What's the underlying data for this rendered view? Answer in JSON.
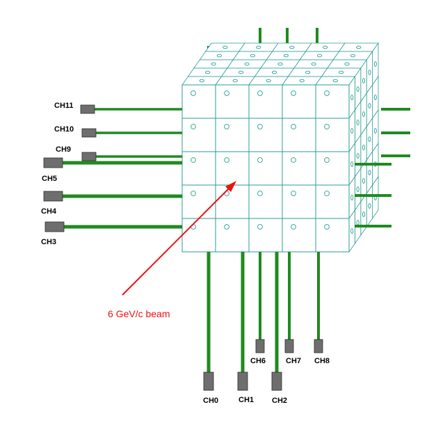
{
  "diagram": {
    "beam_label": "6 GeV/c beam",
    "colors": {
      "fiber": "#1f8a1f",
      "cube_edge": "#2a9d96",
      "connector": "#6e6e6e",
      "beam": "#ee1111"
    },
    "channels": {
      "left": [
        {
          "id": "ch11",
          "label": "CH11",
          "icon": "connector-icon"
        },
        {
          "id": "ch10",
          "label": "CH10",
          "icon": "connector-icon"
        },
        {
          "id": "ch9",
          "label": "CH9",
          "icon": "connector-icon"
        },
        {
          "id": "ch5",
          "label": "CH5",
          "icon": "connector-icon"
        },
        {
          "id": "ch4",
          "label": "CH4",
          "icon": "connector-icon"
        },
        {
          "id": "ch3",
          "label": "CH3",
          "icon": "connector-icon"
        }
      ],
      "bottom": [
        {
          "id": "ch0",
          "label": "CH0",
          "icon": "connector-icon"
        },
        {
          "id": "ch1",
          "label": "CH1",
          "icon": "connector-icon"
        },
        {
          "id": "ch2",
          "label": "CH2",
          "icon": "connector-icon"
        },
        {
          "id": "ch6",
          "label": "CH6",
          "icon": "connector-icon"
        },
        {
          "id": "ch7",
          "label": "CH7",
          "icon": "connector-icon"
        },
        {
          "id": "ch8",
          "label": "CH8",
          "icon": "connector-icon"
        }
      ]
    }
  }
}
